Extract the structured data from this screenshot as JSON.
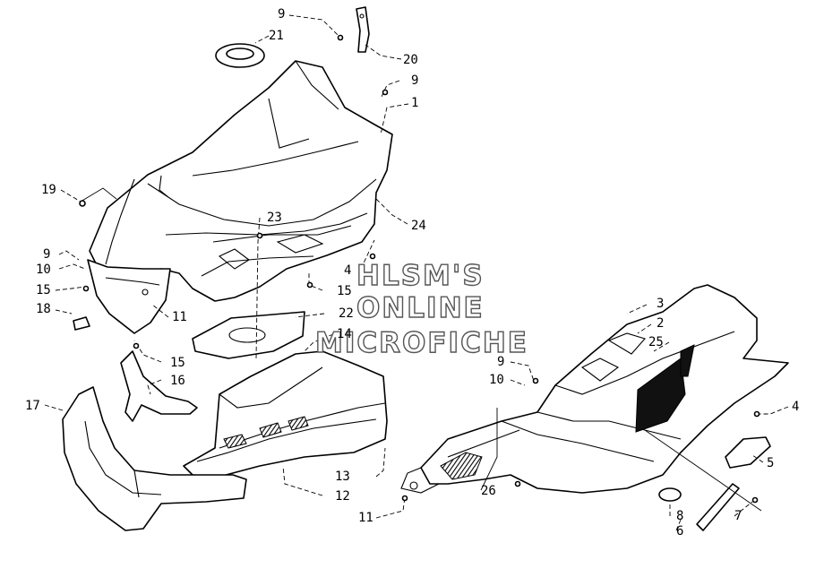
{
  "watermark": {
    "line1": "HLSM'S",
    "line2": "ONLINE",
    "line3": "MICROFICHE"
  },
  "callouts": [
    {
      "id": "c9a",
      "text": "9"
    },
    {
      "id": "c21",
      "text": "21"
    },
    {
      "id": "c20",
      "text": "20"
    },
    {
      "id": "c9b",
      "text": "9"
    },
    {
      "id": "c1",
      "text": "1"
    },
    {
      "id": "c19",
      "text": "19"
    },
    {
      "id": "c23",
      "text": "23"
    },
    {
      "id": "c24",
      "text": "24"
    },
    {
      "id": "c9c",
      "text": "9"
    },
    {
      "id": "c10a",
      "text": "10"
    },
    {
      "id": "c4a",
      "text": "4"
    },
    {
      "id": "c15a",
      "text": "15"
    },
    {
      "id": "c15b",
      "text": "15"
    },
    {
      "id": "c18",
      "text": "18"
    },
    {
      "id": "c11a",
      "text": "11"
    },
    {
      "id": "c22",
      "text": "22"
    },
    {
      "id": "c14",
      "text": "14"
    },
    {
      "id": "c3",
      "text": "3"
    },
    {
      "id": "c2",
      "text": "2"
    },
    {
      "id": "c25",
      "text": "25"
    },
    {
      "id": "c15c",
      "text": "15"
    },
    {
      "id": "c16",
      "text": "16"
    },
    {
      "id": "c9d",
      "text": "9"
    },
    {
      "id": "c10b",
      "text": "10"
    },
    {
      "id": "c17",
      "text": "17"
    },
    {
      "id": "c4b",
      "text": "4"
    },
    {
      "id": "c5",
      "text": "5"
    },
    {
      "id": "c13",
      "text": "13"
    },
    {
      "id": "c12",
      "text": "12"
    },
    {
      "id": "c26",
      "text": "26"
    },
    {
      "id": "c11b",
      "text": "11"
    },
    {
      "id": "c8",
      "text": "8"
    },
    {
      "id": "c7",
      "text": "7"
    },
    {
      "id": "c6",
      "text": "6"
    }
  ]
}
